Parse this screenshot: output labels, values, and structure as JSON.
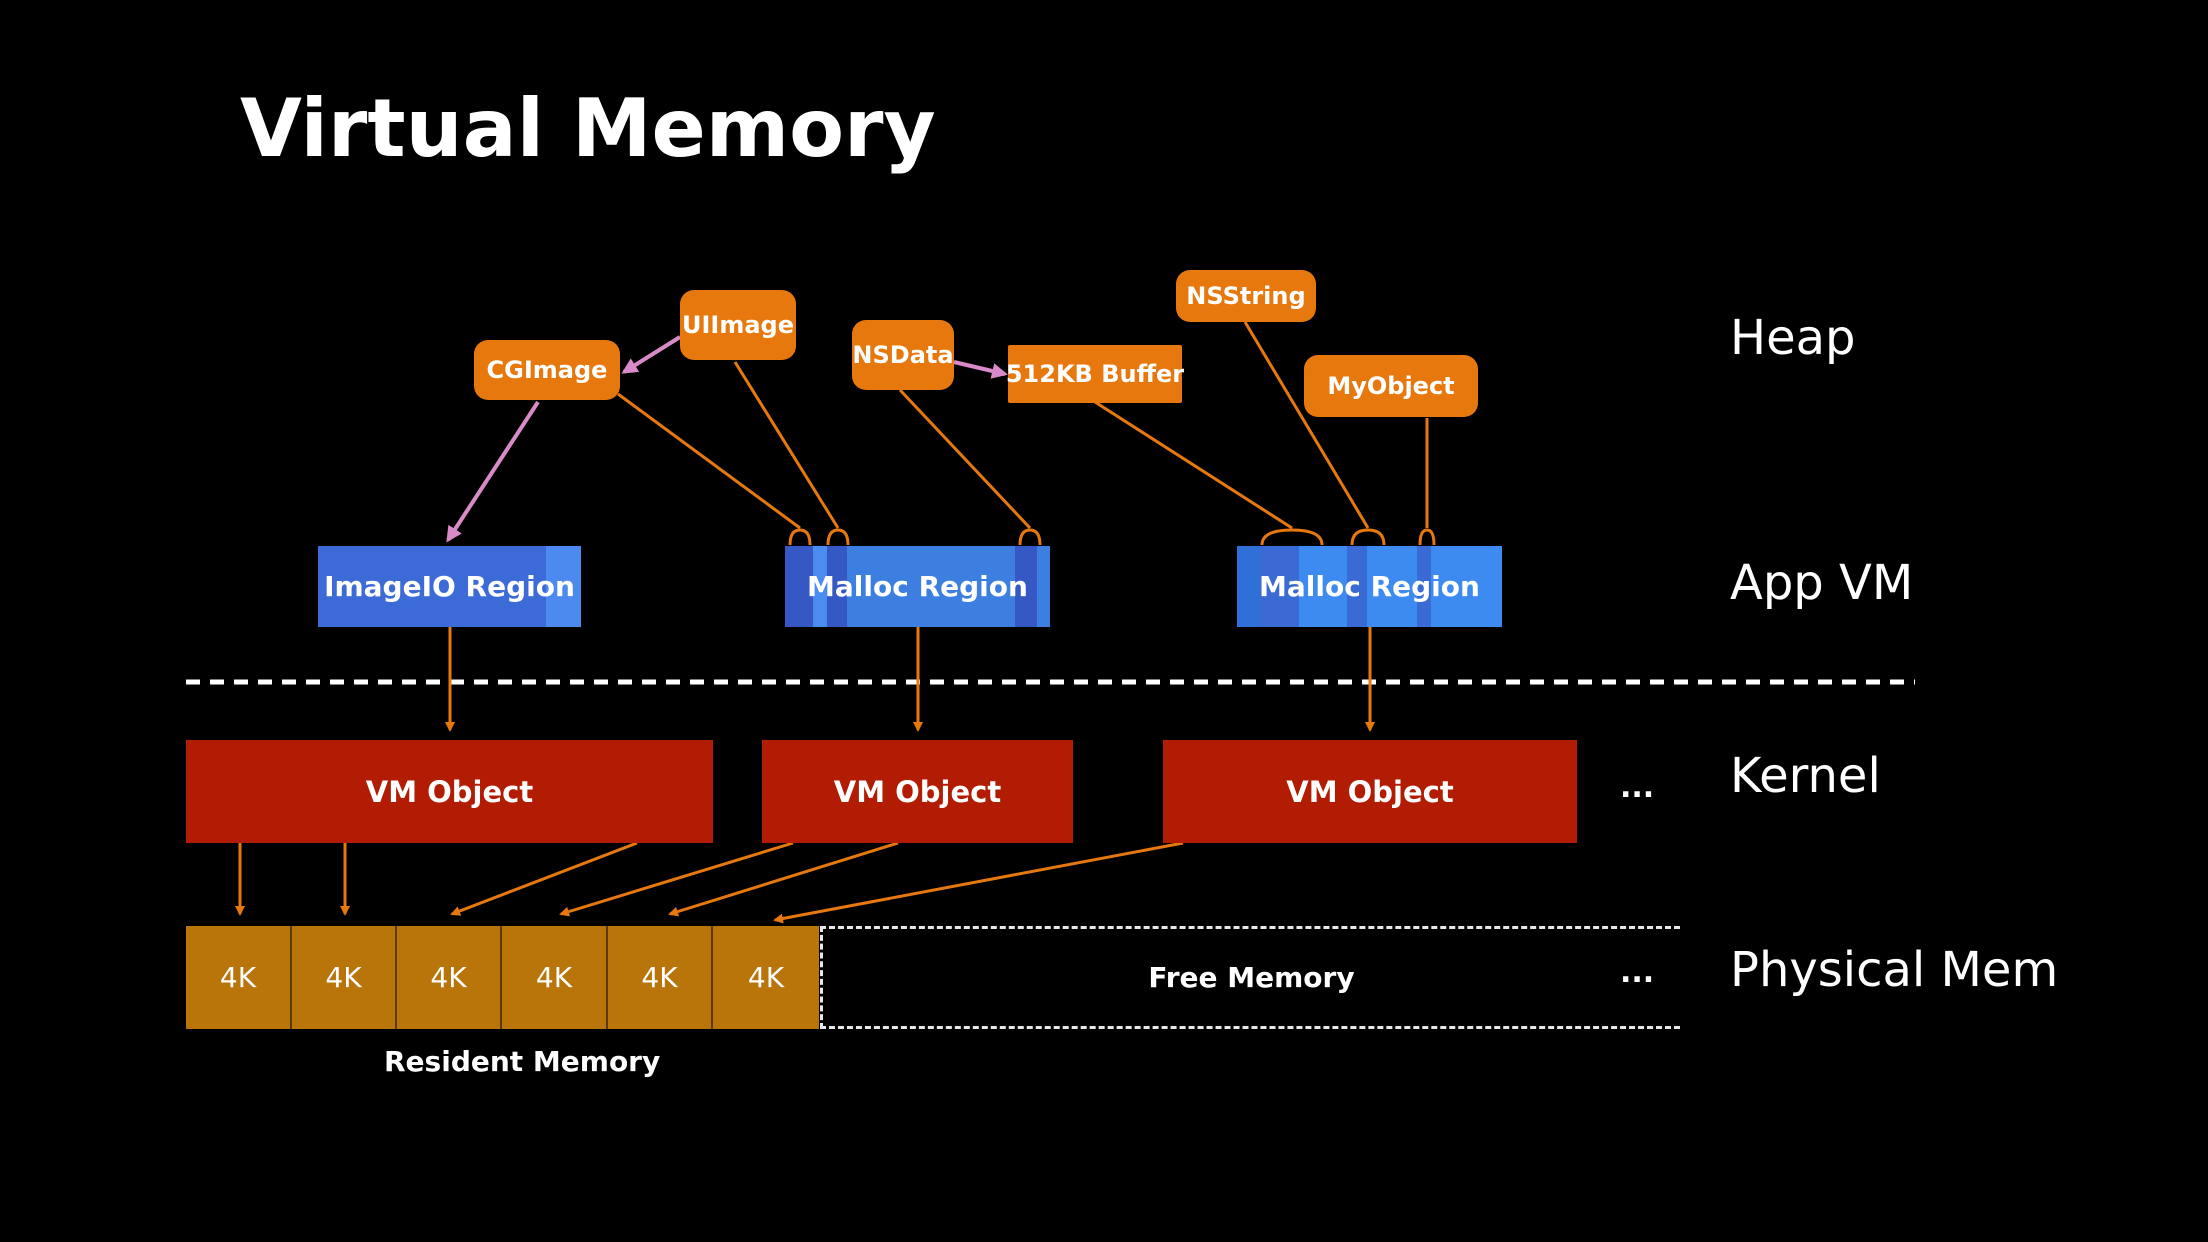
{
  "title": "Virtual Memory",
  "layers": {
    "heap": "Heap",
    "app_vm": "App VM",
    "kernel": "Kernel",
    "physical": "Physical Mem"
  },
  "heap_nodes": {
    "cgimage": "CGImage",
    "uiimage": "UIImage",
    "nsdata": "NSData",
    "buffer": "512KB Buffer",
    "nsstring": "NSString",
    "myobject": "MyObject"
  },
  "regions": {
    "imageio": "ImageIO Region",
    "malloc1": "Malloc Region",
    "malloc2": "Malloc Region"
  },
  "vm_objects": [
    "VM Object",
    "VM Object",
    "VM Object"
  ],
  "pages": [
    "4K",
    "4K",
    "4K",
    "4K",
    "4K",
    "4K"
  ],
  "free_memory": "Free Memory",
  "resident_memory": "Resident Memory",
  "ellipsis": "...",
  "colors": {
    "heap_node": "#e6780e",
    "region_blue": "#3d7fe0",
    "vm_object": "#b21c02",
    "page": "#b9740a",
    "arrow_orange": "#e6780e",
    "arrow_pink": "#d98ac8"
  }
}
